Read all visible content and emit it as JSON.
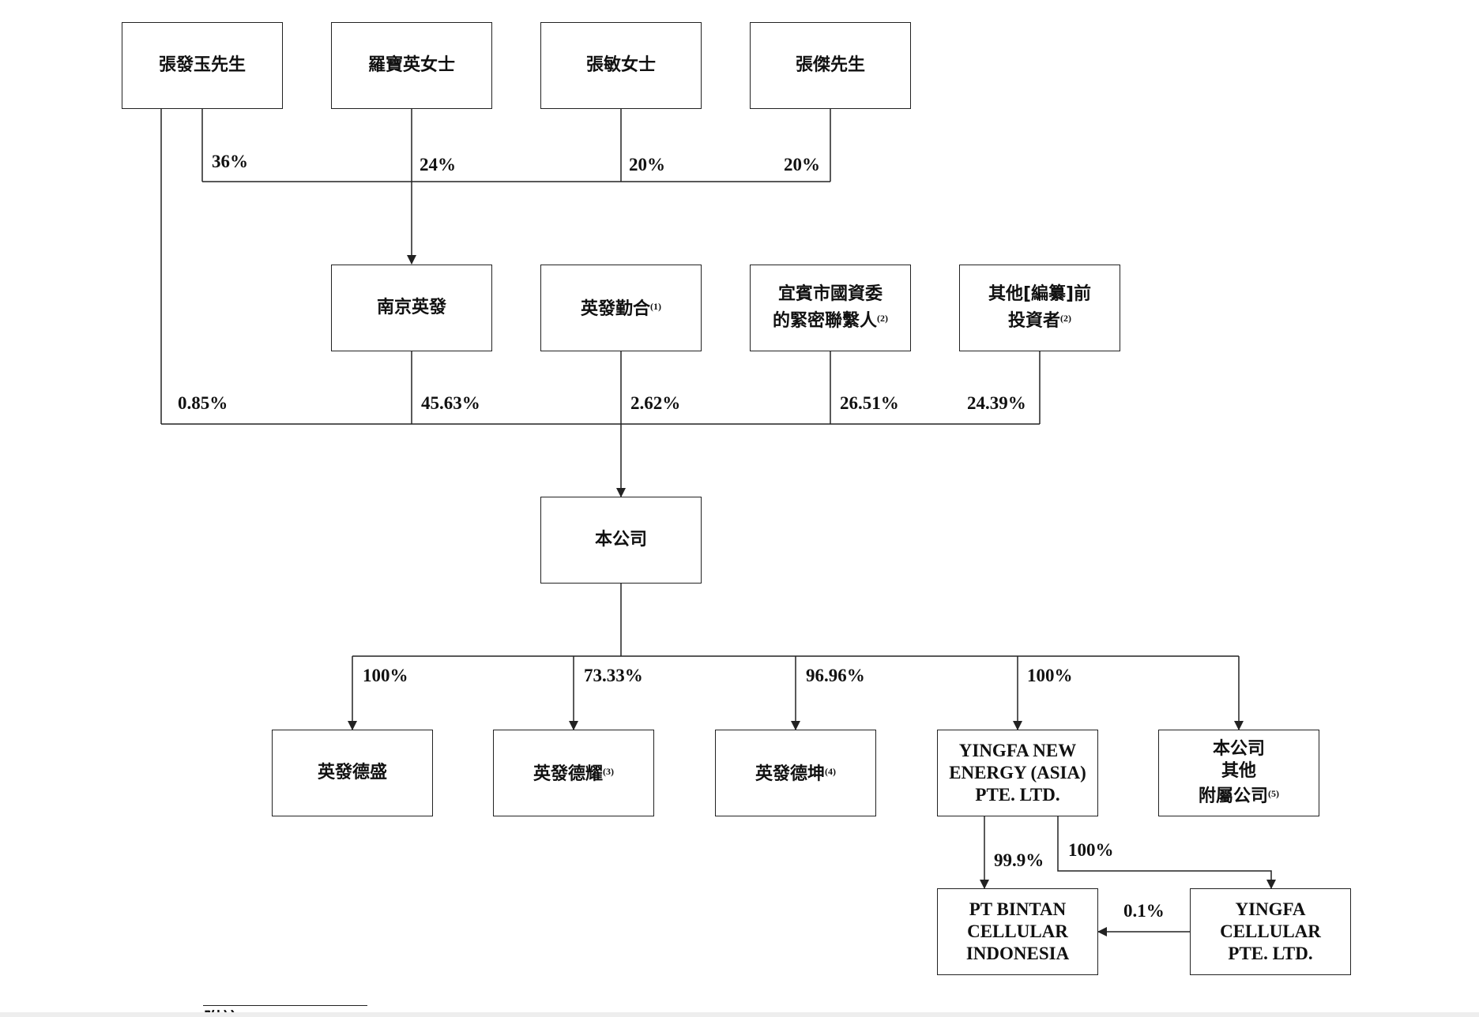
{
  "nodes": {
    "zhang_fayu": {
      "label": "張發玉先生"
    },
    "luo_baoying": {
      "label": "羅寶英女士"
    },
    "zhang_min": {
      "label": "張敏女士"
    },
    "zhang_jie": {
      "label": "張傑先生"
    },
    "nanjing_yingfa": {
      "label": "南京英發"
    },
    "yingfa_qinhe": {
      "label": "英發勤合",
      "note": "(1)"
    },
    "yibin_sasac": {
      "label_line1": "宜賓市國資委",
      "label_line2": "的緊密聯繫人",
      "note": "(2)"
    },
    "other_investors": {
      "label_line1": "其他[編纂]前",
      "label_line2": "投資者",
      "note": "(2)"
    },
    "company": {
      "label": "本公司"
    },
    "yingfa_desheng": {
      "label": "英發德盛"
    },
    "yingfa_deyao": {
      "label": "英發德耀",
      "note": "(3)"
    },
    "yingfa_dekun": {
      "label": "英發德坤",
      "note": "(4)"
    },
    "yingfa_asia": {
      "label_line1": "YINGFA NEW",
      "label_line2": "ENERGY (ASIA)",
      "label_line3": "PTE. LTD."
    },
    "other_subsidiaries": {
      "label_line1": "本公司",
      "label_line2": "其他",
      "label_line3": "附屬公司",
      "note": "(5)"
    },
    "pt_bintan": {
      "label_line1": "PT BINTAN",
      "label_line2": "CELLULAR",
      "label_line3": "INDONESIA"
    },
    "yingfa_cellular": {
      "label_line1": "YINGFA",
      "label_line2": "CELLULAR",
      "label_line3": "PTE. LTD."
    }
  },
  "edges": {
    "zhang_fayu_to_nanjing": "36%",
    "luo_to_nanjing": "24%",
    "zhang_min_to_nanjing": "20%",
    "zhang_jie_to_nanjing": "20%",
    "zhang_fayu_to_company": "0.85%",
    "nanjing_to_company": "45.63%",
    "qinhe_to_company": "2.62%",
    "yibin_to_company": "26.51%",
    "others_to_company": "24.39%",
    "company_to_desheng": "100%",
    "company_to_deyao": "73.33%",
    "company_to_dekun": "96.96%",
    "company_to_asia": "100%",
    "asia_to_bintan": "99.9%",
    "asia_to_cellular": "100%",
    "cellular_to_bintan": "0.1%"
  },
  "footer": {
    "notes_label": "附註："
  }
}
